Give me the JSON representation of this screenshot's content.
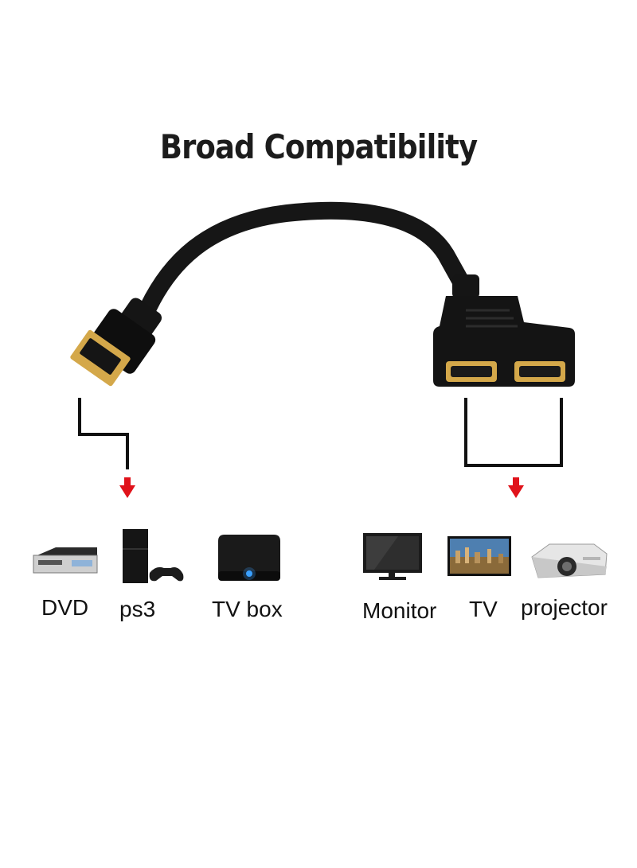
{
  "title": "Broad Compatibility",
  "colors": {
    "cable": "#111111",
    "arrow": "#e0121a",
    "gold": "#d4a84a"
  },
  "sources": [
    {
      "label": "DVD",
      "icon": "dvd-player-icon"
    },
    {
      "label": "ps3",
      "icon": "game-console-icon"
    },
    {
      "label": "TV box",
      "icon": "tv-box-icon"
    }
  ],
  "displays": [
    {
      "label": "Monitor",
      "icon": "monitor-icon"
    },
    {
      "label": "TV",
      "icon": "tv-icon"
    },
    {
      "label": "projector",
      "icon": "projector-icon"
    }
  ]
}
